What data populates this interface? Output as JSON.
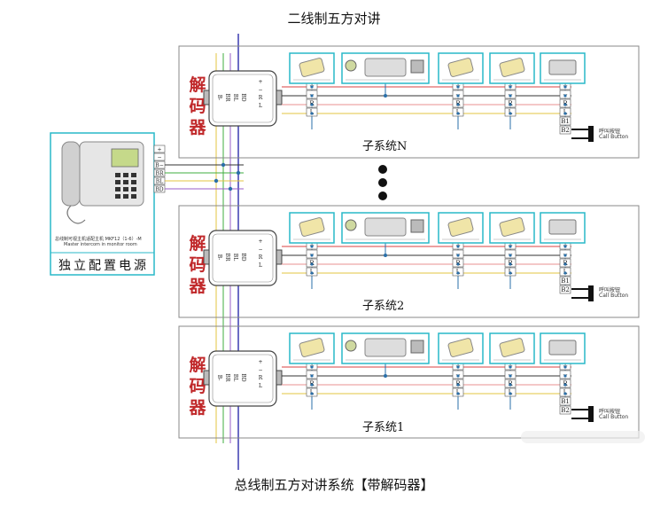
{
  "title_top": "二线制五方对讲",
  "title_bottom": "总线制五方对讲系统【带解码器】",
  "master": {
    "caption": "独立配置电源",
    "device_text_cn": "总线制可视主机适配主机 MKF12（1-6）-M",
    "device_text_en": "Master intercom in monitor room",
    "terminals": [
      "+",
      "−",
      "B−",
      "BR",
      "BL",
      "BD"
    ]
  },
  "decoder_label": [
    "解",
    "码",
    "器"
  ],
  "decoder_pins": [
    "B-",
    "BR",
    "BL",
    "BD",
    "+",
    "−",
    "R",
    "L"
  ],
  "subsystems": [
    {
      "label": "子系统N"
    },
    {
      "label": "子系统2"
    },
    {
      "label": "子系统1"
    }
  ],
  "device_terminals": [
    "+",
    "−",
    "R",
    "L"
  ],
  "end_terminals": [
    "+",
    "−",
    "R",
    "L",
    "B1",
    "B2"
  ],
  "call_button": {
    "cn": "呼叫按钮",
    "en": "Call Button"
  },
  "ellipsis": [
    "•",
    "•",
    "•"
  ],
  "colors": {
    "frame": "#888888",
    "bus_blue": "#3b3bb0",
    "wire_red": "#d94040",
    "wire_black": "#333333",
    "wire_yellow": "#e3c440",
    "wire_green": "#3fae3f",
    "wire_purple": "#9a5cc8",
    "wire_pink": "#e89090",
    "device_border": "#29b9c9",
    "decoder_text": "#c0282a",
    "junction": "#2a6fa8"
  }
}
